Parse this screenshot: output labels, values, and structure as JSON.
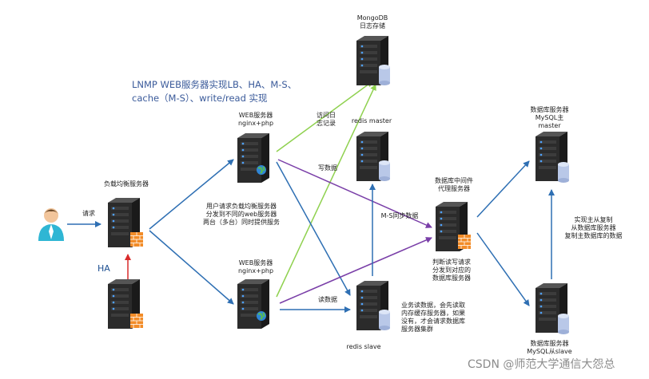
{
  "title": "LNMP WEB服务器实现LB、HA、M-S、\ncache（M-S）、write/read 实现",
  "nodes": {
    "mongodb": "MongoDB\n日志存储",
    "web1": "WEB服务器\nnginx+php",
    "web2": "WEB服务器\nnginx+php",
    "lb": "负载均衡服务器",
    "ha": "HA",
    "redis_master": "redis  master",
    "redis_slave": "redis  slave",
    "proxy": "数据库中间件\n代理服务器",
    "mysql_master": "数据库服务器\nMySQL主\nmaster",
    "mysql_slave": "数据库服务器\nMySQL从slave"
  },
  "edges": {
    "request": "请求",
    "log": "访问日\n志记录",
    "write": "写数据",
    "read": "读数据",
    "ms_sync": "M-S同步数据",
    "dispatch": "用户请求负载均衡服务器\n分发到不同的web服务器\n两台（多台）同时提供服务",
    "rw_split": "判断读写请求\n分发到对应的\n数据库服务器",
    "cache_note": "业务读数据，会先读取\n内存缓存服务器，如果\n没有，才会请求数据库\n服务器集群",
    "replication": "实现主从复制\n从数据库服务器\n复制主数据库的数据"
  },
  "watermark": "CSDN @师范大学通信大怨总",
  "colors": {
    "blue": "#2e6fb3",
    "green": "#8fd14f",
    "purple": "#7a3fa8",
    "red": "#d92b2b",
    "server": "#2b2b2b",
    "disk": "#b9c8e8"
  }
}
